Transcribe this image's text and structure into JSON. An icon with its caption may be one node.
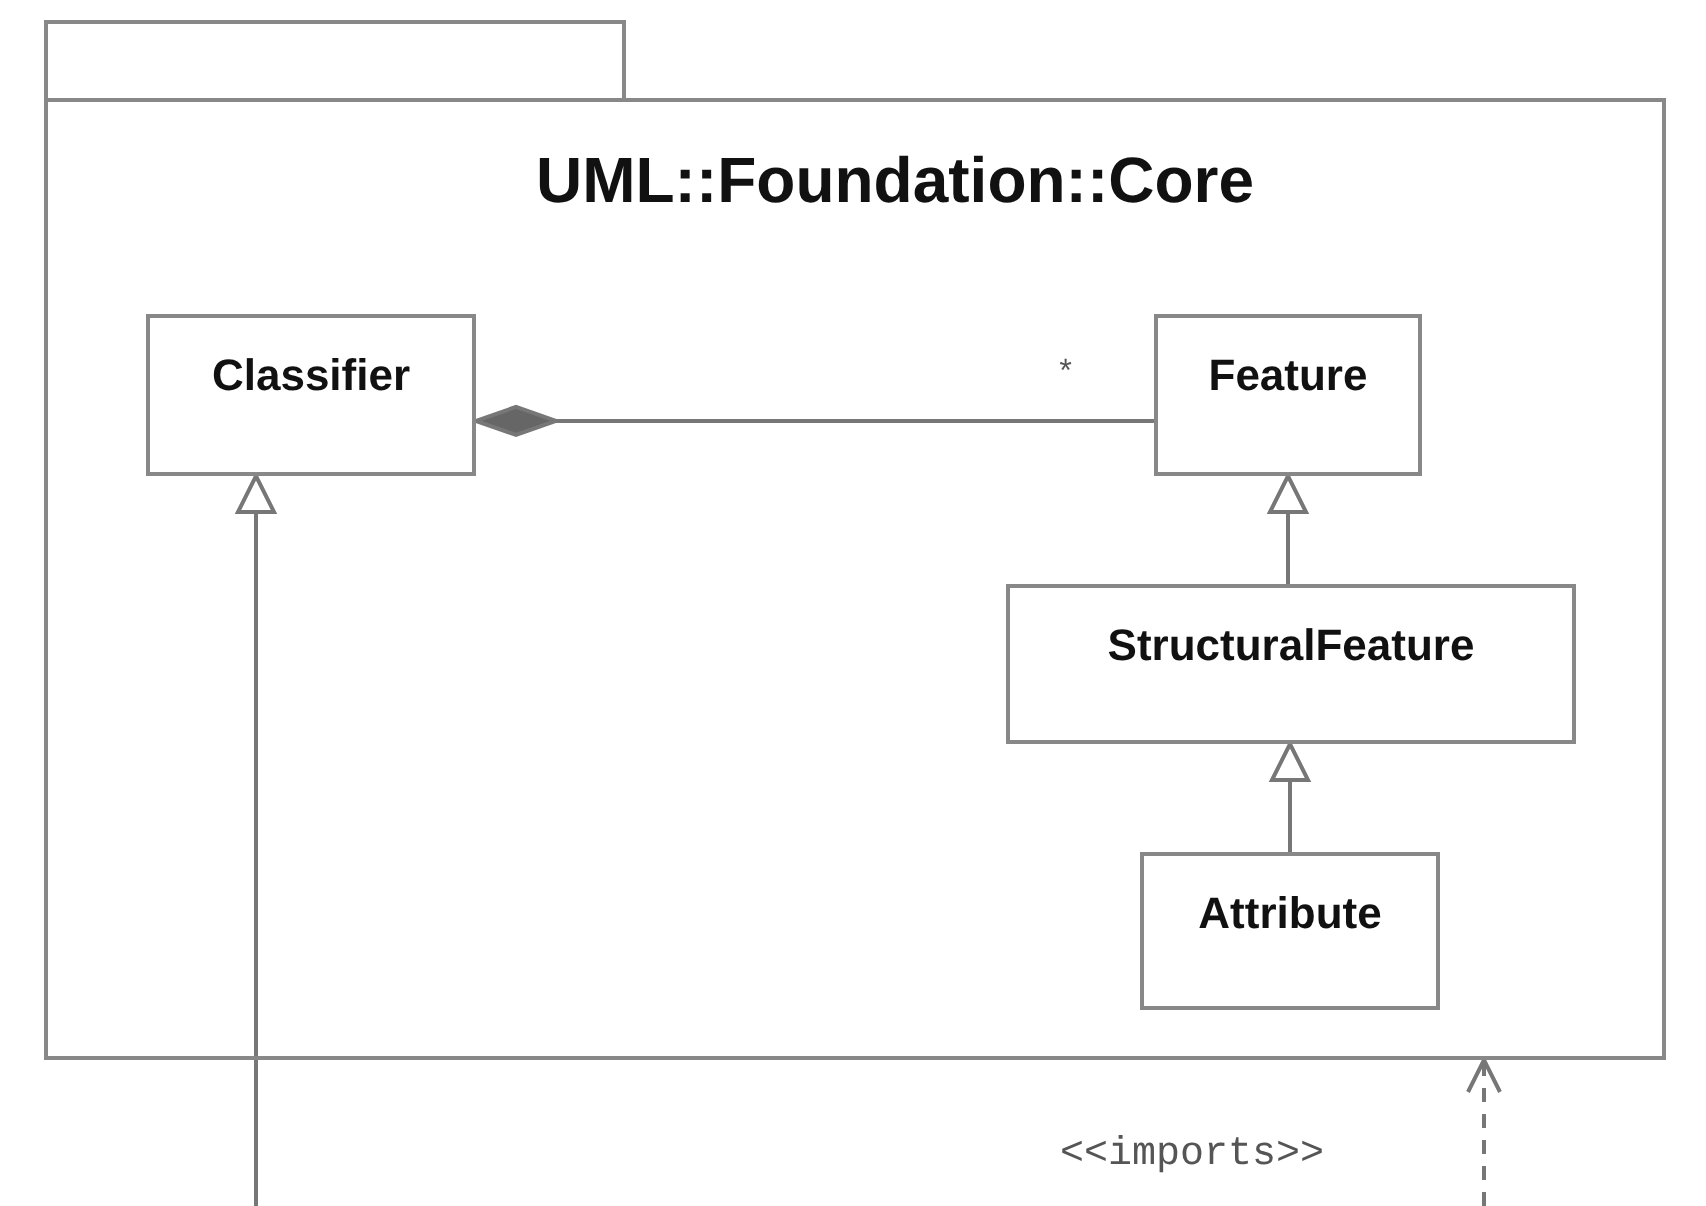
{
  "diagram": {
    "nodes": [
      {
        "text": [
          "UML::Foundation::Core"
        ]
      },
      {
        "text": [
          "Classifier"
        ],
        "in": 0
      },
      {
        "text": [
          "Feature"
        ],
        "in": 0
      },
      {
        "text": [
          "StructuralFeature"
        ],
        "in": 0
      },
      {
        "text": [
          "Attribute"
        ],
        "in": 0
      }
    ],
    "edges": [
      {
        "from": 2,
        "to": 1,
        "arrow": "other",
        "label": "*"
      },
      {
        "from": 3,
        "to": 2,
        "arrow": "to"
      },
      {
        "from": 4,
        "to": 3,
        "arrow": "to"
      },
      {
        "from": null,
        "to": 1,
        "arrow": "to"
      },
      {
        "from": null,
        "to": 0,
        "arrow": "to",
        "style": "dashed",
        "label": "<<imports>>"
      }
    ]
  }
}
